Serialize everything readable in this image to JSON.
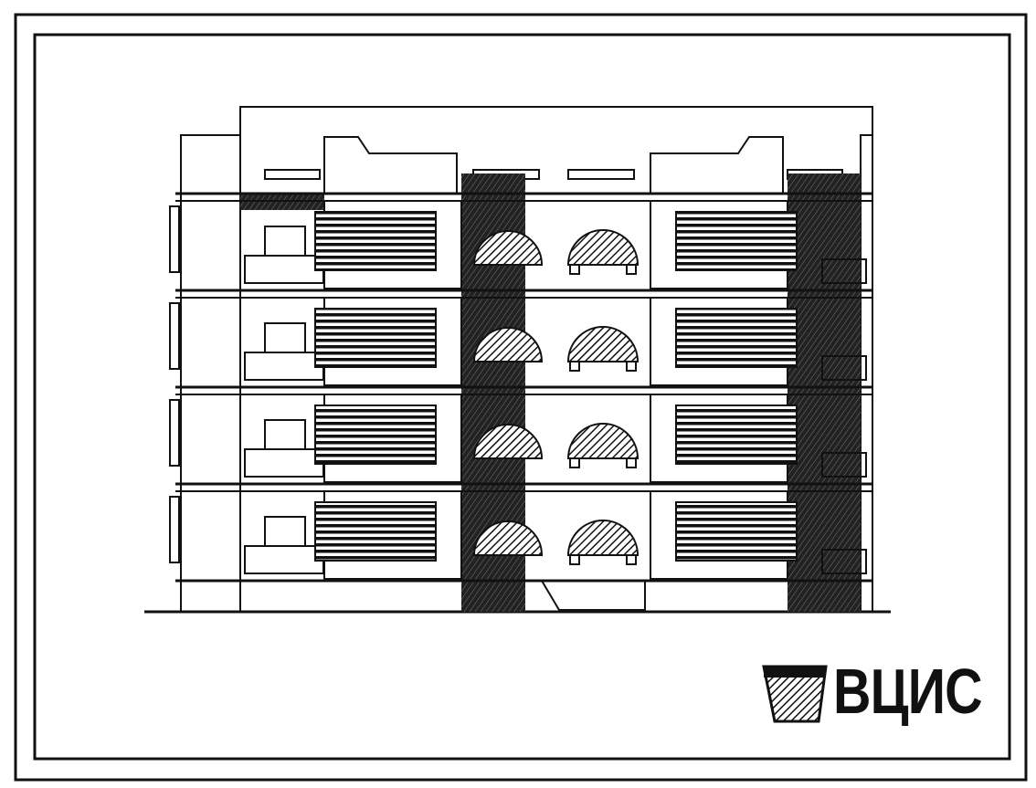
{
  "drawing": {
    "subject": "facade-elevation",
    "floors": 4,
    "colors": {
      "ink": "#111111",
      "paper": "#ffffff"
    }
  },
  "logo": {
    "text": "ВЦИС",
    "mark_icon": "hatched-monogram-icon"
  }
}
